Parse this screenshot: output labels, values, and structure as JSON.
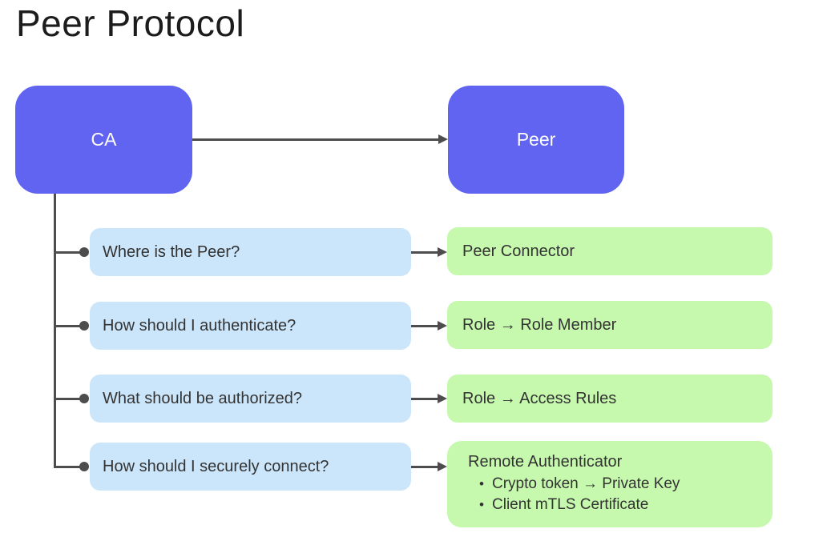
{
  "title": "Peer Protocol",
  "colors": {
    "node_purple": "#6164f0",
    "question_blue": "#cbe6fa",
    "answer_green": "#c6f9ad",
    "connector_gray": "#4d4d4d"
  },
  "nodes": {
    "ca": "CA",
    "peer": "Peer"
  },
  "rows": [
    {
      "question": "Where is the Peer?",
      "answer": "Peer Connector"
    },
    {
      "question": "How should I authenticate?",
      "answer": "Role  →  Role Member"
    },
    {
      "question": "What should be authorized?",
      "answer": "Role  →  Access Rules"
    },
    {
      "question": "How should I securely connect?",
      "answer_title": "Remote Authenticator",
      "bullet_glyph": "•",
      "bullets": [
        "Crypto token  →  Private Key",
        "Client mTLS Certificate"
      ]
    }
  ]
}
